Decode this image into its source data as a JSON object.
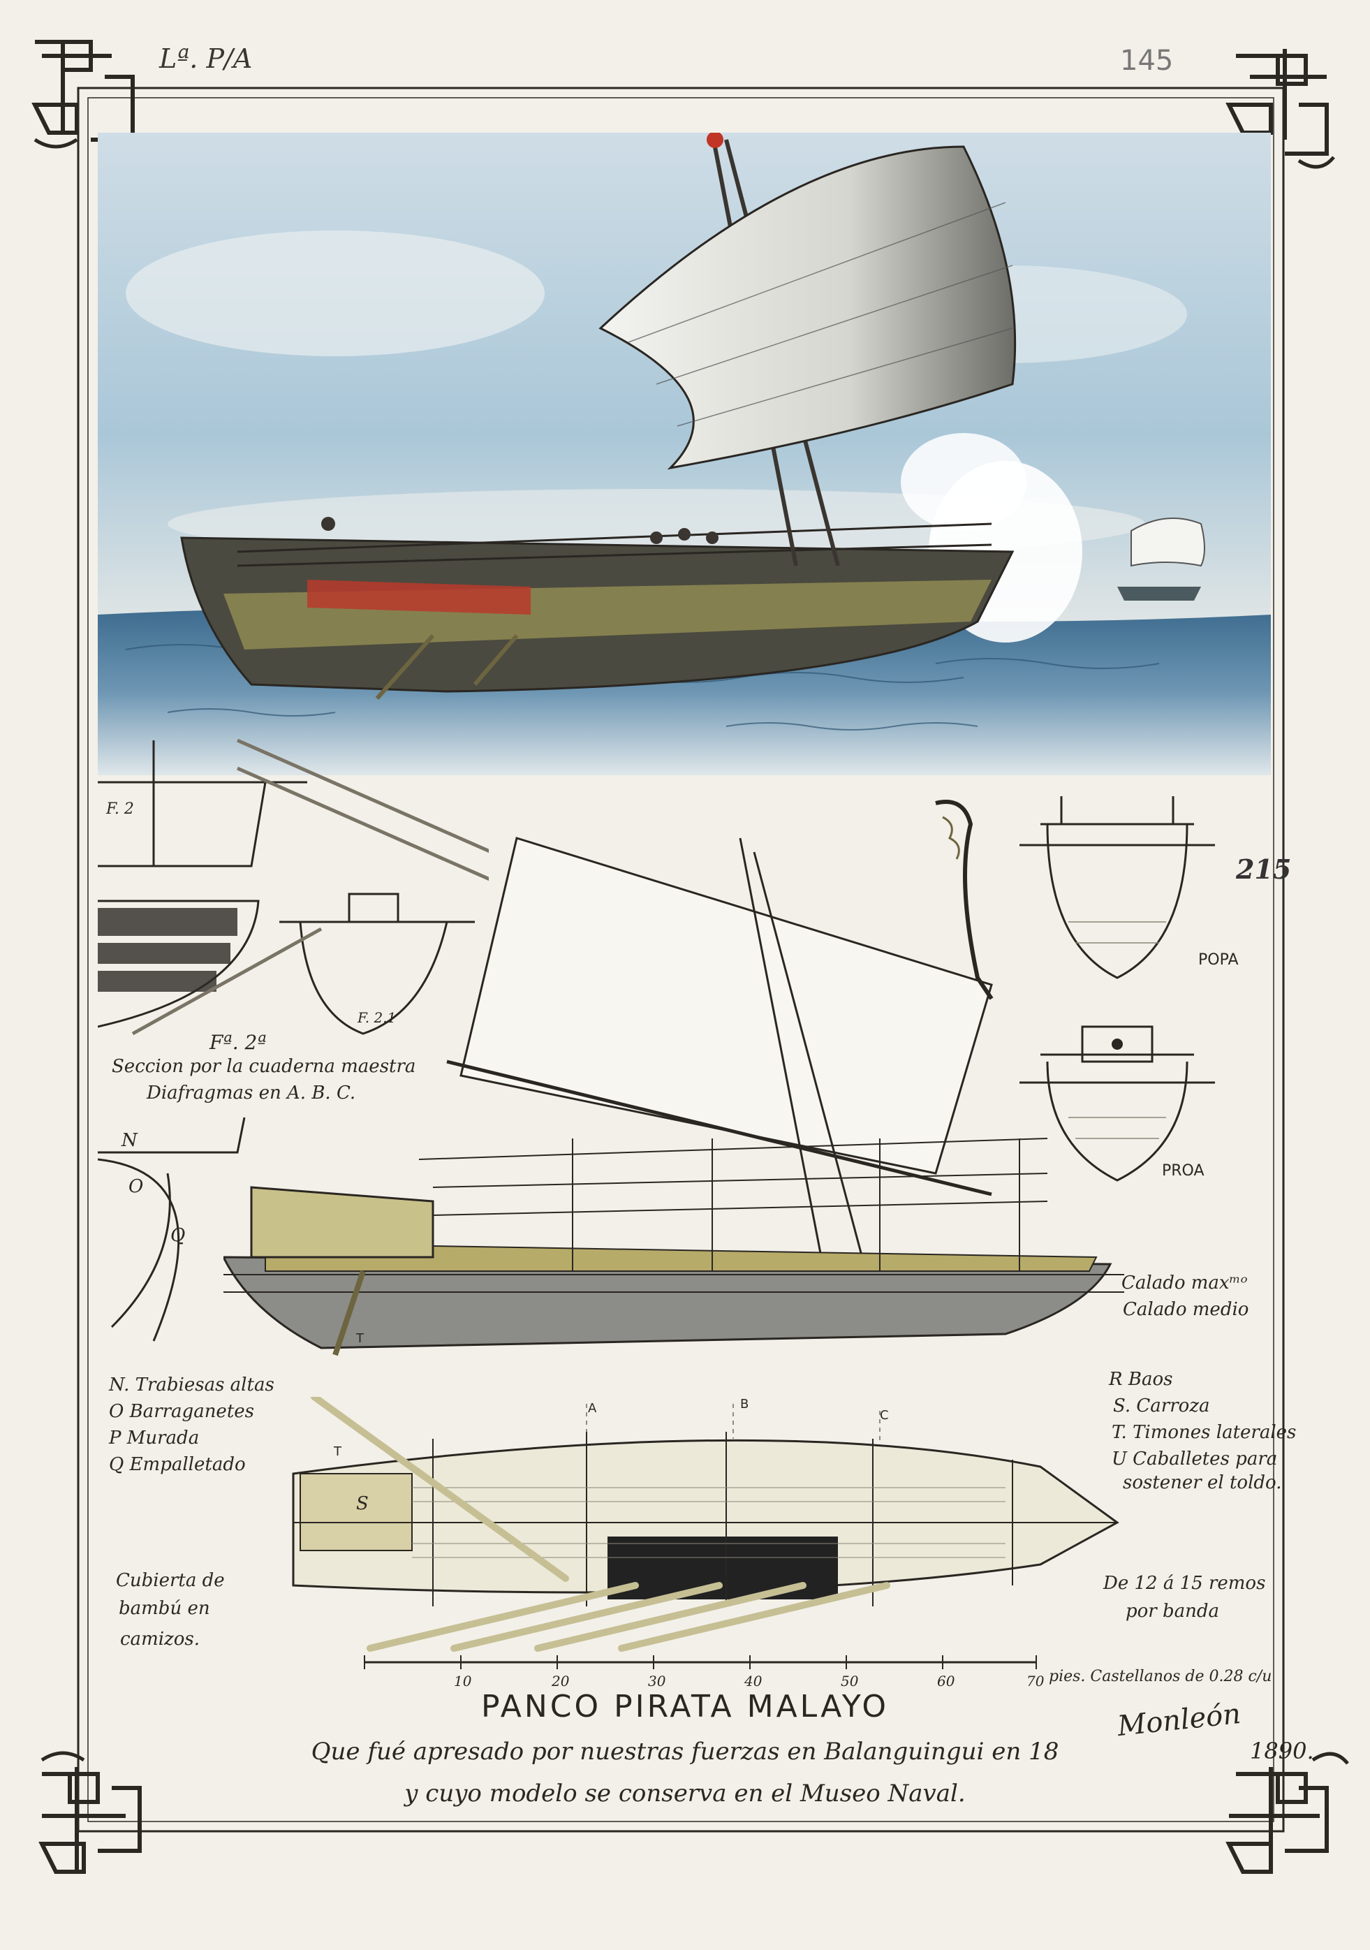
{
  "plate": {
    "label": "Lª. P/A",
    "folio": "145",
    "number": "215"
  },
  "title": "PANCO PIRATA MALAYO",
  "subtitle_line1": "Que fué apresado por nuestras fuerzas en Balanguingui en 18",
  "subtitle_line2": "y cuyo modelo se conserva en el Museo Naval.",
  "signature": "Monleón",
  "signature_year": "1890.",
  "section": {
    "fig_a": "F. 2",
    "fig_b": "F. 2.1",
    "fig_caption_num": "Fª. 2ª",
    "caption_line1": "Seccion por la cuaderna maestra",
    "caption_line2": "Diafragmas en A. B. C."
  },
  "views": {
    "popa": "POPA",
    "proa": "PROA"
  },
  "draft": {
    "max": "Calado maxᵐᵒ",
    "medio": "Calado medio"
  },
  "letters": {
    "n": "N",
    "o": "O",
    "q": "Q",
    "t": "T",
    "t2": "T",
    "a": "A",
    "b": "B",
    "c": "C",
    "s": "S"
  },
  "legend_left": [
    "N. Trabiesas altas",
    "O Barraganetes",
    "P Murada",
    "Q Empalletado"
  ],
  "legend_right": [
    "R Baos",
    "S. Carroza",
    "T. Timones laterales",
    "U Caballetes para",
    "sostener el toldo."
  ],
  "deck_note": [
    "Cubierta de",
    "bambú en",
    "camizos."
  ],
  "oars_note": [
    "De 12 á 15 remos",
    "por banda"
  ],
  "scale": {
    "ticks": [
      "10",
      "20",
      "30",
      "40",
      "50",
      "60",
      "70"
    ],
    "unit": "pies. Castellanos de 0.28 c/u"
  }
}
